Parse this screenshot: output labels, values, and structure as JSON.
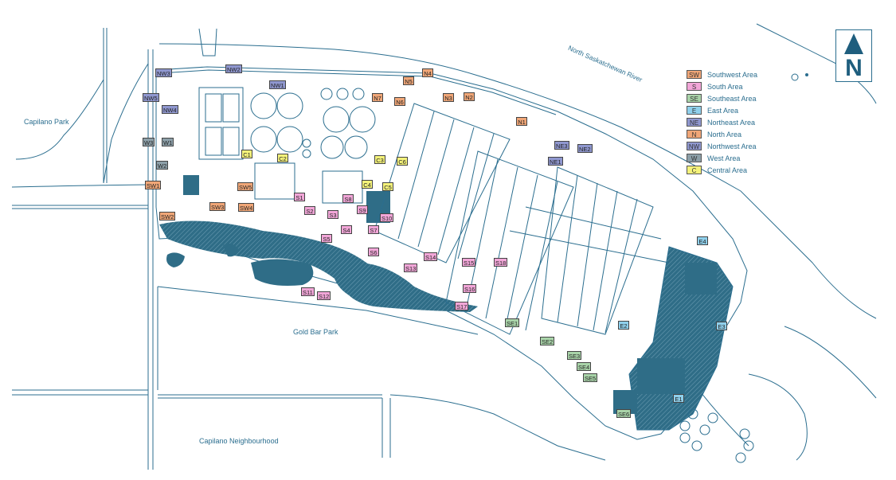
{
  "colors": {
    "line": "#2b6e8f",
    "dark_fill": "#2f6d87",
    "text": "#2b6e8f",
    "SW": "#f0a677",
    "S": "#f2a6d8",
    "SE": "#a9d4a9",
    "E": "#8fd0ec",
    "NE": "#8f97cf",
    "N": "#f0a677",
    "NW": "#8f97cf",
    "W": "#8c9fa8",
    "C": "#f4f27a"
  },
  "places": {
    "capilano_park": "Capilano Park",
    "gold_bar_park": "Gold Bar Park",
    "capilano_neighbourhood": "Capilano Neighbourhood",
    "river": "North Saskatchewan River"
  },
  "compass": {
    "letter": "N",
    "icon": "north-arrow-icon"
  },
  "legend": [
    {
      "code": "SW",
      "name": "Southwest Area",
      "color": "#f0a677"
    },
    {
      "code": "S",
      "name": "South Area",
      "color": "#f2a6d8"
    },
    {
      "code": "SE",
      "name": "Southeast Area",
      "color": "#a9d4a9"
    },
    {
      "code": "E",
      "name": "East Area",
      "color": "#8fd0ec"
    },
    {
      "code": "NE",
      "name": "Northeast Area",
      "color": "#8f97cf"
    },
    {
      "code": "N",
      "name": "North Area",
      "color": "#f0a677"
    },
    {
      "code": "NW",
      "name": "Northwest Area",
      "color": "#8f97cf"
    },
    {
      "code": "W",
      "name": "West Area",
      "color": "#8c9fa8"
    },
    {
      "code": "C",
      "name": "Central Area",
      "color": "#f4f27a"
    }
  ],
  "zones": [
    {
      "label": "NW3",
      "area": "NW"
    },
    {
      "label": "NW2",
      "area": "NW"
    },
    {
      "label": "NW1",
      "area": "NW"
    },
    {
      "label": "NW5",
      "area": "NW"
    },
    {
      "label": "NW4",
      "area": "NW"
    },
    {
      "label": "W3",
      "area": "W"
    },
    {
      "label": "W1",
      "area": "W"
    },
    {
      "label": "W2",
      "area": "W"
    },
    {
      "label": "SW1",
      "area": "SW"
    },
    {
      "label": "SW2",
      "area": "SW"
    },
    {
      "label": "SW3",
      "area": "SW"
    },
    {
      "label": "SW4",
      "area": "SW"
    },
    {
      "label": "SW5",
      "area": "SW"
    },
    {
      "label": "N4",
      "area": "N"
    },
    {
      "label": "N5",
      "area": "N"
    },
    {
      "label": "N7",
      "area": "N"
    },
    {
      "label": "N6",
      "area": "N"
    },
    {
      "label": "N3",
      "area": "N"
    },
    {
      "label": "N2",
      "area": "N"
    },
    {
      "label": "N1",
      "area": "N"
    },
    {
      "label": "NE3",
      "area": "NE"
    },
    {
      "label": "NE2",
      "area": "NE"
    },
    {
      "label": "NE1",
      "area": "NE"
    },
    {
      "label": "C1",
      "area": "C"
    },
    {
      "label": "C2",
      "area": "C"
    },
    {
      "label": "C3",
      "area": "C"
    },
    {
      "label": "C6",
      "area": "C"
    },
    {
      "label": "C4",
      "area": "C"
    },
    {
      "label": "C5",
      "area": "C"
    },
    {
      "label": "S1",
      "area": "S"
    },
    {
      "label": "S2",
      "area": "S"
    },
    {
      "label": "S3",
      "area": "S"
    },
    {
      "label": "S8",
      "area": "S"
    },
    {
      "label": "S9",
      "area": "S"
    },
    {
      "label": "S10",
      "area": "S"
    },
    {
      "label": "S4",
      "area": "S"
    },
    {
      "label": "S7",
      "area": "S"
    },
    {
      "label": "S5",
      "area": "S"
    },
    {
      "label": "S6",
      "area": "S"
    },
    {
      "label": "S14",
      "area": "S"
    },
    {
      "label": "S13",
      "area": "S"
    },
    {
      "label": "S15",
      "area": "S"
    },
    {
      "label": "S18",
      "area": "S"
    },
    {
      "label": "S16",
      "area": "S"
    },
    {
      "label": "S17",
      "area": "S"
    },
    {
      "label": "S11",
      "area": "S"
    },
    {
      "label": "S12",
      "area": "S"
    },
    {
      "label": "SE1",
      "area": "SE"
    },
    {
      "label": "SE2",
      "area": "SE"
    },
    {
      "label": "SE3",
      "area": "SE"
    },
    {
      "label": "SE4",
      "area": "SE"
    },
    {
      "label": "SE5",
      "area": "SE"
    },
    {
      "label": "SE6",
      "area": "SE"
    },
    {
      "label": "E4",
      "area": "E"
    },
    {
      "label": "E2",
      "area": "E"
    },
    {
      "label": "E3",
      "area": "E"
    },
    {
      "label": "E1",
      "area": "E"
    }
  ]
}
